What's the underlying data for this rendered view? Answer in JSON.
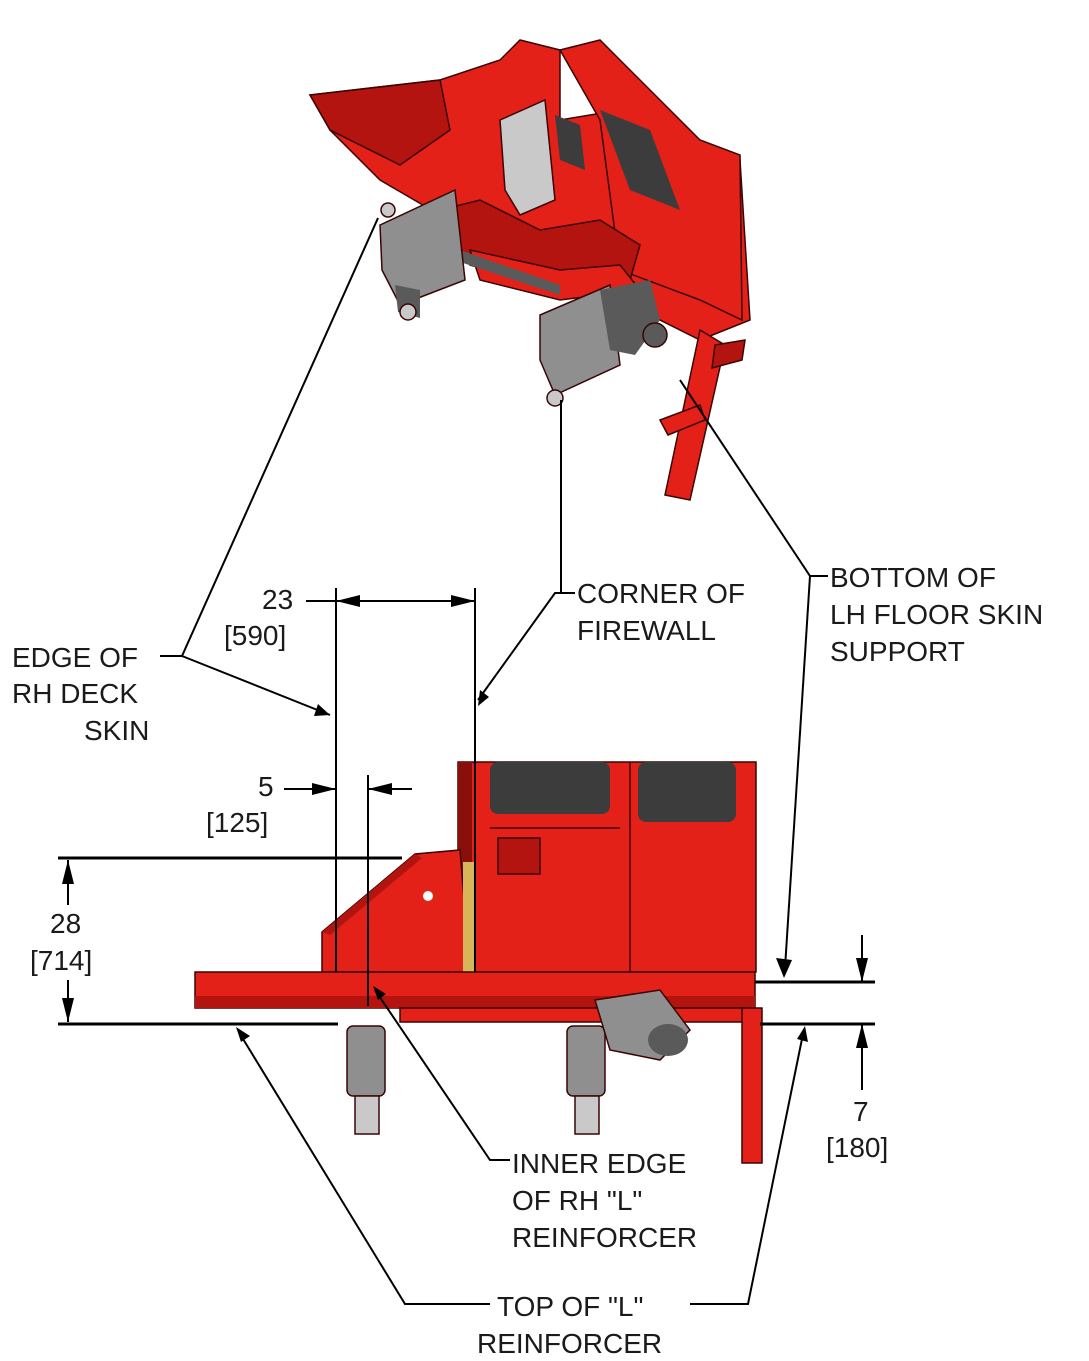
{
  "labels": {
    "edge_rh_deck_skin": [
      "EDGE OF",
      "RH DECK",
      "SKIN"
    ],
    "corner_firewall": [
      "CORNER OF",
      "FIREWALL"
    ],
    "bottom_lh_floor": [
      "BOTTOM OF",
      "LH FLOOR SKIN",
      "SUPPORT"
    ],
    "inner_edge_rh_l": [
      "INNER EDGE",
      "OF RH \"L\"",
      "REINFORCER"
    ],
    "top_l_reinforcer": [
      "TOP OF \"L\"",
      "REINFORCER"
    ]
  },
  "dimensions": {
    "d23": {
      "value": "23",
      "metric": "[590]"
    },
    "d5": {
      "value": "5",
      "metric": "[125]"
    },
    "d28": {
      "value": "28",
      "metric": "[714]"
    },
    "d7": {
      "value": "7",
      "metric": "[180]"
    }
  },
  "colors": {
    "body_red": "#e32119",
    "shadow_red": "#b3140f",
    "bracket_grey": "#8f8f8f",
    "window_dark": "#3c3c3c"
  }
}
